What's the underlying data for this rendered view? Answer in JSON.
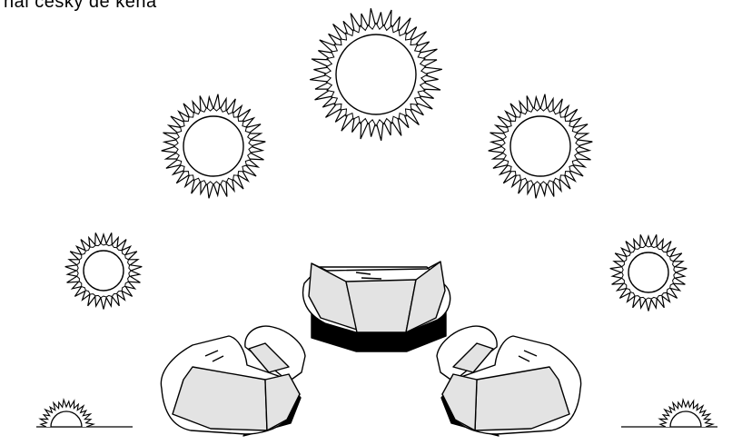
{
  "caption": "nal cesky de kena",
  "colors": {
    "stroke": "#000000",
    "fill": "#ffffff",
    "facet": "#e3e3e3",
    "shadow": "#000000"
  },
  "illustration": {
    "sun_icon": "sun-icon",
    "sunset_icon": "setting-sun-icon",
    "crystal_icon": "crystal-icon",
    "sun_count": 5,
    "sunset_count": 2,
    "crystal_count": 3
  }
}
